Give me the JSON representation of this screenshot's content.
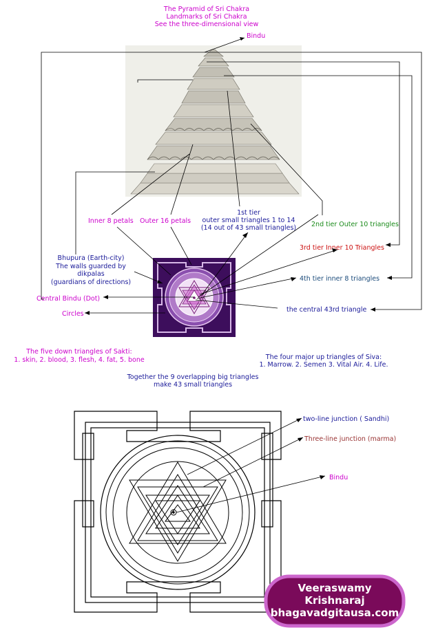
{
  "header": {
    "line1": "The Pyramid of Sri Chakra",
    "line2": "Landmarks of Sri Chakra",
    "line3": "See the three-dimensional view"
  },
  "pyramid_labels": {
    "bindu": "Bindu",
    "inner8": "Inner 8 petals",
    "outer16": "Outer 16 petals",
    "tier1_a": "1st tier",
    "tier1_b": "outer small triangles 1 to 14",
    "tier1_c": "(14 out of 43 small triangles)",
    "tier2": "2nd tier Outer 10 triangles",
    "tier3": "3rd tier Inner 10 Triangles",
    "tier4": "4th tier inner 8 triangles",
    "central43": "the central 43rd triangle",
    "bhupura_a": "Bhupura (Earth-city)",
    "bhupura_b": "The walls guarded by",
    "bhupura_c": "dikpalas",
    "bhupura_d": "(guardians of directions)",
    "central_bindu": "Central Bindu (Dot)",
    "circles": "Circles"
  },
  "notes": {
    "sakti_a": "The five down triangles of Sakti:",
    "sakti_b": "1. skin, 2. blood, 3. flesh, 4. fat, 5. bone",
    "siva_a": "The four major up triangles of Siva:",
    "siva_b": "1. Marrow. 2. Semen 3. Vital Air. 4. Life.",
    "together_a": "Together the 9 overlapping big triangles",
    "together_b": "make 43 small triangles"
  },
  "yantra_labels": {
    "sandhi": "two-line junction ( Sandhi)",
    "marma": "Three-line junction (marma)",
    "bindu": "Bindu"
  },
  "credit": {
    "line1": "Veeraswamy",
    "line2": "Krishnaraj",
    "line3": "bhagavadgitausa.com"
  },
  "colors": {
    "magenta": "#cc00cc",
    "blue": "#1a1a99",
    "green": "#1a8a1a",
    "red": "#cc1111",
    "brown": "#993333",
    "credit_bg": "#7a0a5a",
    "credit_border": "#cc66cc",
    "yantra_purple": "#5a1a7a"
  }
}
